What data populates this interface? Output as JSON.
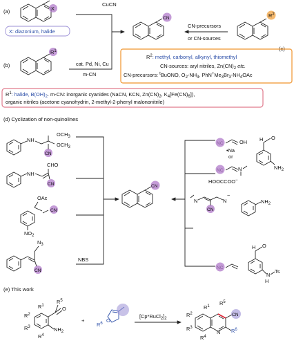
{
  "section_a": {
    "label": "(a)",
    "sub_x": "X",
    "box_text": "X: diazonium, halide",
    "reagent": "CuCN"
  },
  "section_b": {
    "label": "(b)",
    "sub_r1": "R",
    "sub_r1_sup": "1",
    "reagent_top": "cat. Pd, Ni, Cu",
    "reagent_bottom": "m-CN"
  },
  "section_c": {
    "label": "(c)",
    "sub_r2": "R",
    "sub_r2_sup": "2",
    "reagent_top": "CN-precursors",
    "reagent_bottom": "or CN-sources"
  },
  "product_cn": "CN",
  "orange_box": {
    "line1_prefix": "R",
    "line1_sup": "2",
    "line1_rest": ": methyl, carbonyl, alkynyl, thiomethyl",
    "line2": "CN-sources: aryl nitriles, Zn(CN)",
    "line2_sub": "2",
    "line2_end": " etc.",
    "line3": "CN-precursors: ",
    "line3_t": "t",
    "line3_rest": "BuONO, O",
    "line3_sub1": "2",
    "line3_mid": "-NH",
    "line3_sub2": "3",
    "line3_mid2": ", PhN",
    "line3_sup": "+",
    "line3_mid3": "Me",
    "line3_sub3": "3",
    "line3_end": "Br",
    "line3_sub4": "3",
    "line3_end2": "-NH",
    "line3_sub5": "4",
    "line3_end3": "OAc"
  },
  "pink_box": {
    "l1a": "R",
    "l1sup": "1",
    "l1b": ": halide, B(OH)",
    "l1sub": "2",
    "l1c": ". m-CN: inorganic cyanides (NaCN, KCN, Zn(CN)",
    "l1sub2": "2",
    "l1d": ", K",
    "l1sub3": "4",
    "l1e": "[Fe(CN)",
    "l1sub4": "6",
    "l1f": "]),",
    "l2": "organic nitriles (acetone cyanohydrin, 2-methyl-2-phenyl malononitrile)"
  },
  "section_d": {
    "heading": "(d) Cyclization of non-quinolines",
    "nh": "NH",
    "n": "N",
    "och3": "OCH",
    "och3_sub": "3",
    "cho": "CHO",
    "oac": "OAc",
    "no2": "NO",
    "no2_sub": "2",
    "n3": "N",
    "n3_sub": "3",
    "nbs": "NBS",
    "nc": "NC",
    "oh": "OH",
    "na": "•Na",
    "or": "or",
    "h": "H",
    "o": "O",
    "nh2": "NH",
    "nh2_sub": "2",
    "hooc": "HOOCCOO",
    "hooc_sup": "−",
    "nts_n": "N",
    "nts_h": "H",
    "ts": "Ts"
  },
  "section_e": {
    "heading": "(e) This work",
    "r1": "R",
    "r1s": "1",
    "r2": "R",
    "r2s": "2",
    "r3": "R",
    "r3s": "3",
    "r4": "R",
    "r4s": "4",
    "r5": "R",
    "r5s": "5",
    "r6": "R",
    "r6s": "6",
    "o": "O",
    "nh2": "NH",
    "nh2s": "2",
    "plus": "+",
    "catalyst_a": "[Cp*RuCl",
    "catalyst_sub": "2",
    "catalyst_b": "]",
    "catalyst_sub2": "2",
    "n": "N",
    "cn": "CN"
  },
  "colors": {
    "blue": "#2b4ea8",
    "orange": "#f0932b",
    "pink": "#e07a8c",
    "purple": "#b079c9",
    "lavender": "#9b8fd6"
  }
}
